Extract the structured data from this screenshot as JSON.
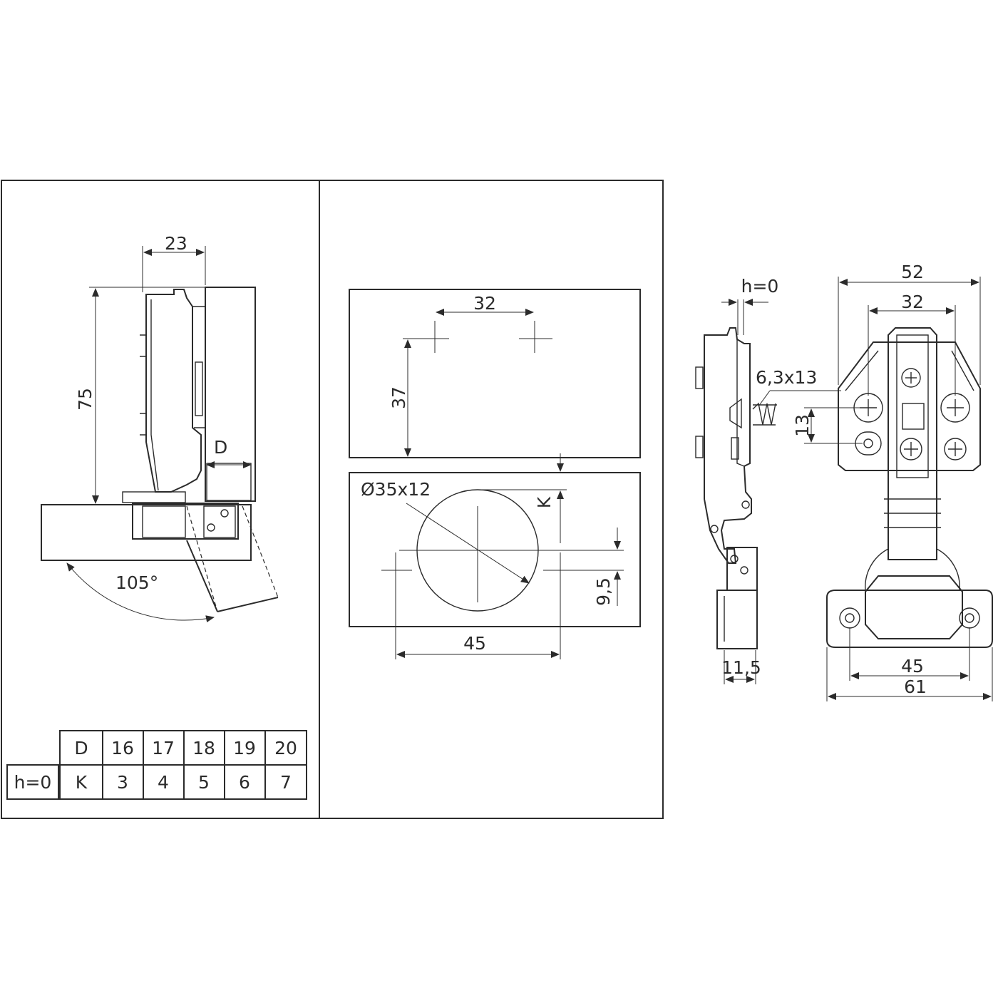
{
  "section_view": {
    "dim_width": "23",
    "dim_height": "75",
    "dim_overlay": "D",
    "opening_angle": "105°"
  },
  "table": {
    "row_label": "h=0",
    "header_key": "D",
    "value_key": "K",
    "columns": [
      {
        "d": "16",
        "k": "3"
      },
      {
        "d": "17",
        "k": "4"
      },
      {
        "d": "18",
        "k": "5"
      },
      {
        "d": "19",
        "k": "6"
      },
      {
        "d": "20",
        "k": "7"
      }
    ]
  },
  "drilling": {
    "plate_spacing": "32",
    "plate_offset": "37",
    "cup_diameter": "Ø35x12",
    "cup_edge": "K",
    "cup_offset": "9,5",
    "cup_spacing": "45"
  },
  "side_view": {
    "overlay_h": "h=0",
    "screw": "6,3x13",
    "cup_depth": "11,5"
  },
  "front_view": {
    "plate_width": "52",
    "screw_spacing": "32",
    "screw_offset": "13",
    "cup_screw_spacing": "45",
    "cup_width": "61"
  }
}
